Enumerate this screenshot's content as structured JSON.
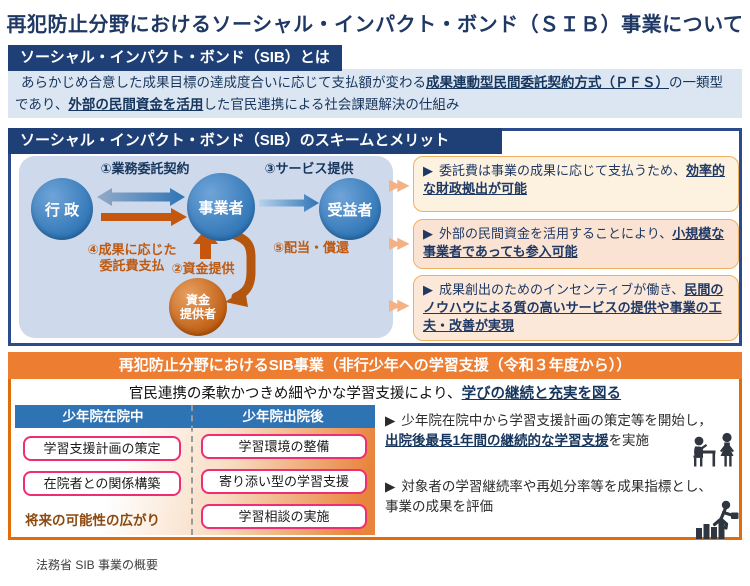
{
  "page": {
    "title": "再犯防止分野におけるソーシャル・インパクト・ボンド（ＳＩＢ）事業について",
    "footer": "法務省 SIB 事業の概要"
  },
  "glyphs": {
    "bullet": "▶",
    "chevron": "▶▶"
  },
  "colors": {
    "navy_bar": "#1F4077",
    "navy_text": "#17365D",
    "steel_blue": "#2E74B5",
    "diagram_panel": "#CEDAEC",
    "orange": "#ED7D31",
    "orange_arrow": "#C4560D",
    "merit_border": "#EFB061",
    "merit_bg": "#FAE3D3",
    "pink_border": "#EE2D74",
    "brown_text": "#8C4A10",
    "lightblue_bg": "#DCE6F2",
    "chevron": "#F4B183"
  },
  "definition": {
    "header": "ソーシャル・インパクト・ボンド（SIB）とは",
    "body": {
      "p1": "あらかじめ合意した成果目標の達成度合いに応じて支払額が変わる",
      "em1": "成果連動型民間委託契約方式（ＰＦＳ）",
      "p2": "の一類型であり、",
      "em2": "外部の民間資金を活用",
      "p3": "した官民連携による社会課題解決の仕組み"
    }
  },
  "scheme": {
    "header": "ソーシャル・インパクト・ボンド（SIB）のスキームとメリット",
    "nodes": {
      "government": "行 政",
      "operator": "事業者",
      "beneficiary": "受益者",
      "funder1": "資金",
      "funder2": "提供者"
    },
    "flows": {
      "f1": "①業務委託契約",
      "f2": "②資金提供",
      "f3": "③サービス提供",
      "f4a": "④成果に応じた",
      "f4b": "委託費支払",
      "f5": "⑤配当・償還"
    },
    "merits": [
      {
        "pre": "委託費は事業の成果に応じて支払うため、",
        "em": "効率的な財政拠出が可能",
        "post": ""
      },
      {
        "pre": "外部の民間資金を活用することにより、",
        "em": "小規模な事業者であっても参入可能",
        "post": ""
      },
      {
        "pre": "成果創出のためのインセンティブが働き、",
        "em": "民間のノウハウによる質の高いサービスの提供や事業の工夫・改善が実現",
        "post": ""
      }
    ]
  },
  "project": {
    "header": "再犯防止分野におけるSIB事業（非行少年への学習支援（令和３年度から））",
    "subheadline": {
      "pre": "官民連携の柔軟かつきめ細やかな学習支援により、",
      "em": "学びの継続と充実を図る"
    },
    "columns": {
      "left_header": "少年院在院中",
      "right_header": "少年院出院後",
      "left_items": [
        "学習支援計画の策定",
        "在院者との関係構築"
      ],
      "right_items": [
        "学習環境の整備",
        "寄り添い型の学習支援",
        "学習相談の実施"
      ],
      "footnote": "将来の可能性の広がり"
    },
    "points": [
      {
        "pre": "少年院在院中から学習支援計画の策定等を開始し，",
        "em": "出院後最長1年間の継続的な学習支援",
        "post": "を実施"
      },
      {
        "pre": "対象者の学習継続率や再処分率等を成果指標とし、事業の成果を評価",
        "em": "",
        "post": ""
      }
    ]
  }
}
